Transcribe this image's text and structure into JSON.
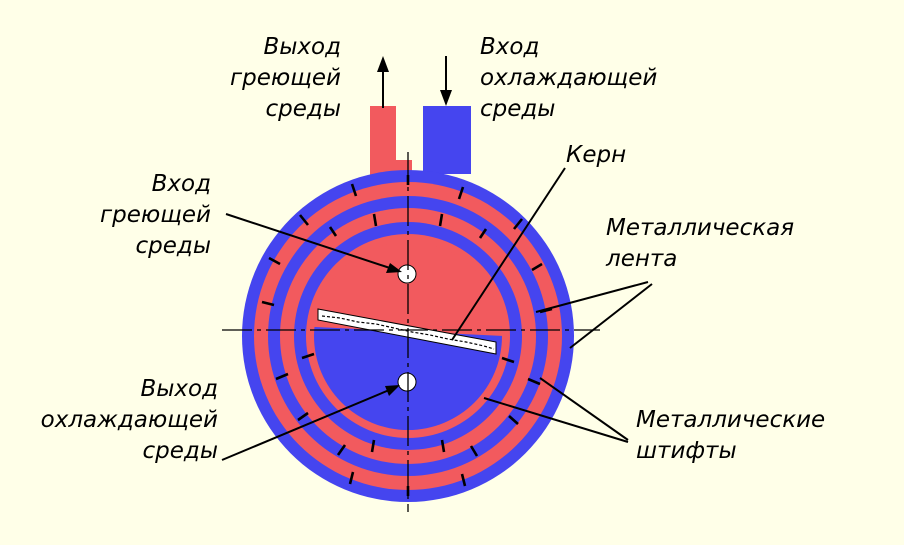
{
  "colors": {
    "background": "#ffffe8",
    "heating": "#f25a5e",
    "cooling": "#4545ef",
    "lines": "#000000"
  },
  "labels": {
    "top_left": [
      "Выход",
      "греющей",
      "среды"
    ],
    "top_right": [
      "Вход",
      "охлаждающей",
      "среды"
    ],
    "core": [
      "Керн"
    ],
    "mid_left": [
      "Вход",
      "греющей",
      "среды"
    ],
    "metal_tape": [
      "Металлическая",
      "лента"
    ],
    "bottom_left": [
      "Выход",
      "охлаждающей",
      "среды"
    ],
    "metal_pins": [
      "Металлические",
      "штифты"
    ]
  }
}
